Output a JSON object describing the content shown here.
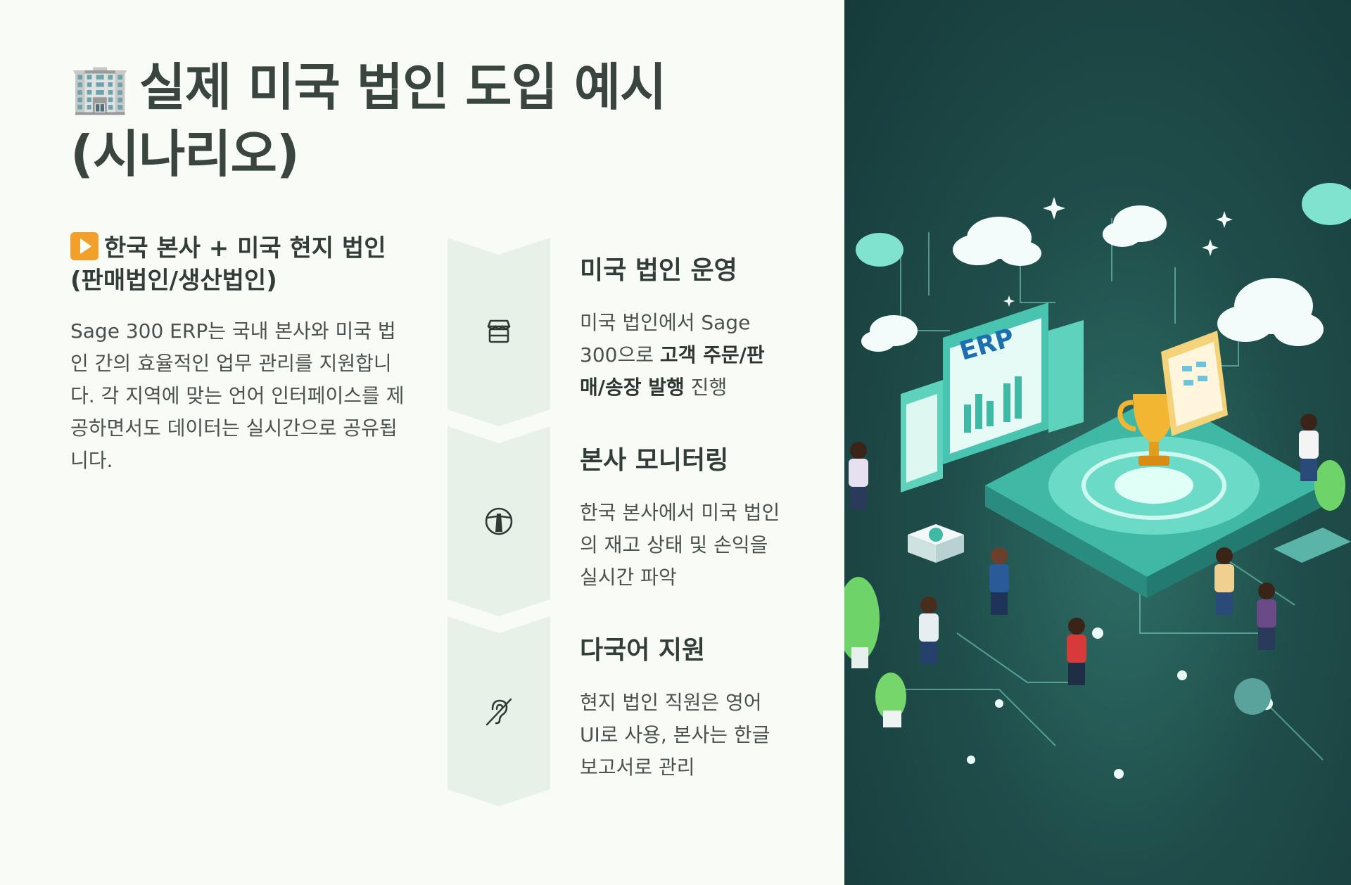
{
  "title": {
    "icon": "office-building-icon",
    "emoji": "🏢",
    "text": "실제 미국 법인 도입 예시 (시나리오)"
  },
  "intro": {
    "icon": "play-button-icon",
    "heading": "한국 본사 + 미국 현지 법인 (판매법인/생산법인)",
    "body": "Sage 300 ERP는 국내 본사와 미국 법인 간의 효율적인 업무 관리를 지원합니다. 각 지역에 맞는 언어 인터페이스를 제공하면서도 데이터는 실시간으로 공유됩니다."
  },
  "steps": [
    {
      "icon": "store-icon",
      "title": "미국 법인 운영",
      "text_before": "미국 법인에서 Sage 300으로 ",
      "text_bold": "고객 주문/판매/송장 발행",
      "text_after": " 진행"
    },
    {
      "icon": "lighthouse-icon",
      "title": "본사 모니터링",
      "text_before": "한국 본사에서 미국 법인의 재고 상태 및 손익을 실시간 파악",
      "text_bold": "",
      "text_after": ""
    },
    {
      "icon": "hearing-icon",
      "title": "다국어 지원",
      "text_before": "현지 법인 직원은 영어 UI로 사용, 본사는 한글 보고서로 관리",
      "text_bold": "",
      "text_after": ""
    }
  ],
  "illustration": {
    "erp_label": "ERP"
  },
  "colors": {
    "accent": "#4fd6c2",
    "step_bg": "#e8f1e7",
    "dark_panel": "#1f4d4a"
  }
}
